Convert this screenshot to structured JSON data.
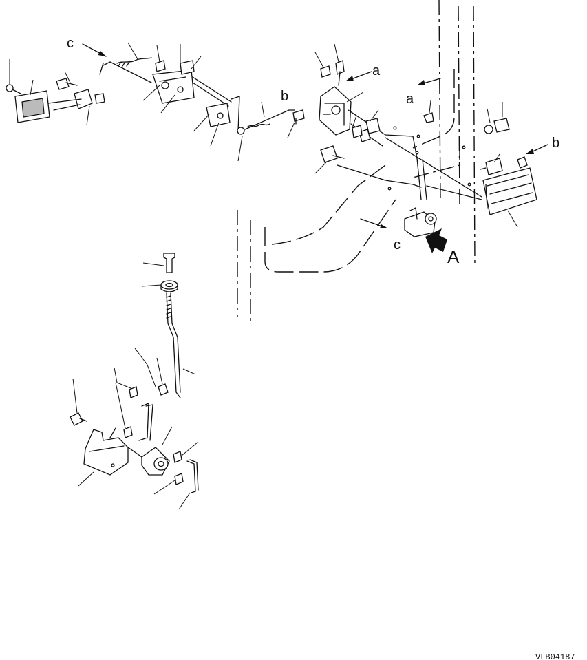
{
  "callouts": {
    "c_left": "c",
    "b_top": "b",
    "a_top": "a",
    "a_mid": "a",
    "b_right": "b",
    "c_bottom": "c",
    "view_A": "A"
  },
  "drawing_code": "VLB04187"
}
